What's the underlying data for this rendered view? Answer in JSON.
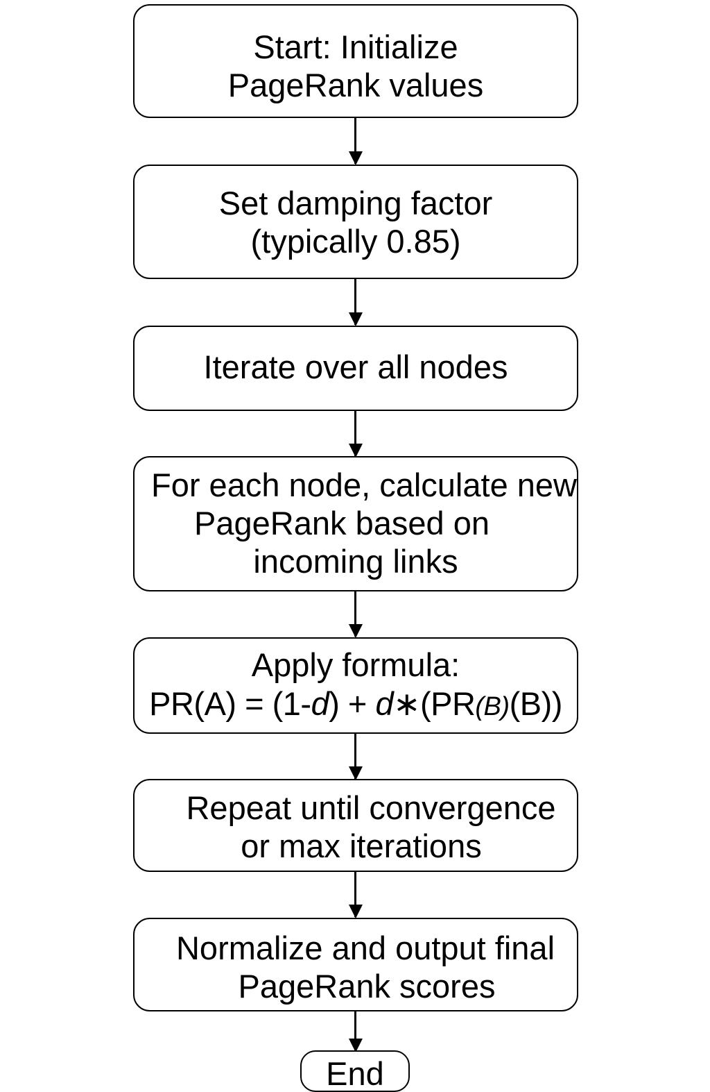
{
  "flowchart": {
    "steps": [
      {
        "id": "start",
        "lines": [
          "Start: Initialize",
          "PageRank values"
        ]
      },
      {
        "id": "damping",
        "lines": [
          "Set damping factor",
          "(typically 0.85)"
        ]
      },
      {
        "id": "iterate",
        "lines": [
          "Iterate over all nodes"
        ]
      },
      {
        "id": "calculate",
        "lines": [
          "For each node, calculate new",
          "PageRank based on",
          "incoming links"
        ]
      },
      {
        "id": "formula",
        "lines": [
          "Apply formula:"
        ],
        "formula": {
          "a": "PR(A) = (1-",
          "b": "d",
          "c": ") + ",
          "d": "d",
          "e": "∗(PR",
          "f": "(B)",
          "g": "(B))"
        }
      },
      {
        "id": "repeat",
        "lines": [
          "Repeat until convergence",
          "or max iterations"
        ]
      },
      {
        "id": "normalize",
        "lines": [
          "Normalize and output final",
          "PageRank scores"
        ]
      },
      {
        "id": "end",
        "lines": [
          "End"
        ]
      }
    ]
  }
}
